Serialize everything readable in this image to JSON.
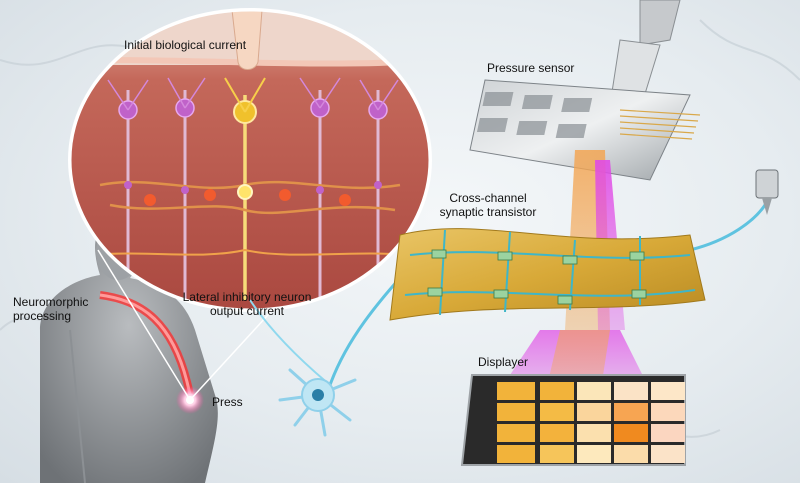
{
  "labels": {
    "initial_current": "Initial biological current",
    "pressure_sensor": "Pressure sensor",
    "transistor_line1": "Cross-channel",
    "transistor_line2": "synaptic transistor",
    "lateral_line1": "Lateral inhibitory neuron",
    "lateral_line2": "output current",
    "neuromorphic_line1": "Neuromorphic",
    "neuromorphic_line2": "processing",
    "press": "Press",
    "displayer": "Displayer"
  },
  "icons": [
    "robot-arm",
    "neuron-cell",
    "human-figure",
    "pressure-sensor-array",
    "synaptic-transistor-array",
    "display-grid",
    "press-marker"
  ],
  "colors": {
    "magnified_bg": "#b9574a",
    "neuron_pink": "#c062c9",
    "neuron_yellow": "#f0c12c",
    "nerve_cyan": "#5fc3e0",
    "beam_magenta": "#e04be6",
    "beam_orange": "#f3a552",
    "transistor_gold": "#d6a93a",
    "display_orange": "#f08a1f"
  },
  "display_grid": {
    "rows": 4,
    "cols": 4,
    "cells": [
      [
        "#f2b33a",
        "#fbe6b9",
        "#fbe3c6",
        "#fde7c8"
      ],
      [
        "#f4bb45",
        "#fad59c",
        "#f7a552",
        "#fcd8bb"
      ],
      [
        "#f3b23c",
        "#fbe0ae",
        "#f08a1f",
        "#fbd6c0"
      ],
      [
        "#f6c55a",
        "#fde9bd",
        "#fbdcaa",
        "#fbe3c8"
      ]
    ]
  }
}
